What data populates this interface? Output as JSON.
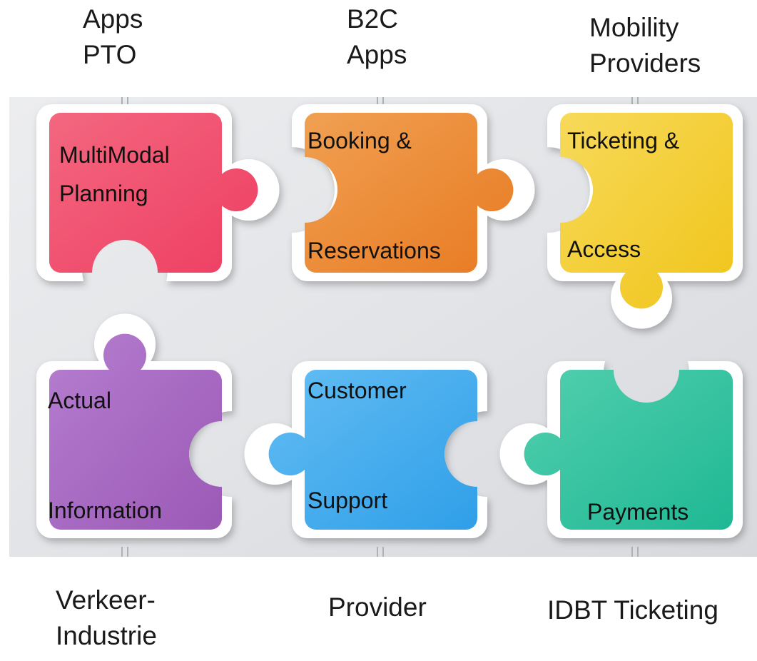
{
  "top_labels": [
    {
      "lines": [
        "Apps",
        "PTO"
      ]
    },
    {
      "lines": [
        "B2C",
        "Apps"
      ]
    },
    {
      "lines": [
        "Mobility",
        "Providers"
      ]
    }
  ],
  "bottom_labels": [
    {
      "lines": [
        "Verkeer-",
        "Industrie"
      ]
    },
    {
      "lines": [
        "Provider"
      ]
    },
    {
      "lines": [
        "IDBT Ticketing"
      ]
    }
  ],
  "pieces": [
    {
      "name": "multimodal-planning",
      "lines": [
        "MultiModal",
        "Planning"
      ],
      "color": "#ee3e62",
      "color_light": "#f3677f"
    },
    {
      "name": "booking-reservations",
      "lines": [
        "Booking &",
        "Reservations"
      ],
      "color": "#e87a22",
      "color_light": "#f0a052"
    },
    {
      "name": "ticketing-access",
      "lines": [
        "Ticketing &",
        "Access"
      ],
      "color": "#f0c419",
      "color_light": "#f7da5a"
    },
    {
      "name": "actual-information",
      "lines": [
        "Actual",
        "Information"
      ],
      "color": "#9b59b6",
      "color_light": "#b57ed0"
    },
    {
      "name": "customer-support",
      "lines": [
        "Customer",
        "Support"
      ],
      "color": "#2f9fe8",
      "color_light": "#63bdf3"
    },
    {
      "name": "payments",
      "lines": [
        "Payments"
      ],
      "color": "#1fb894",
      "color_light": "#52cfae"
    }
  ]
}
